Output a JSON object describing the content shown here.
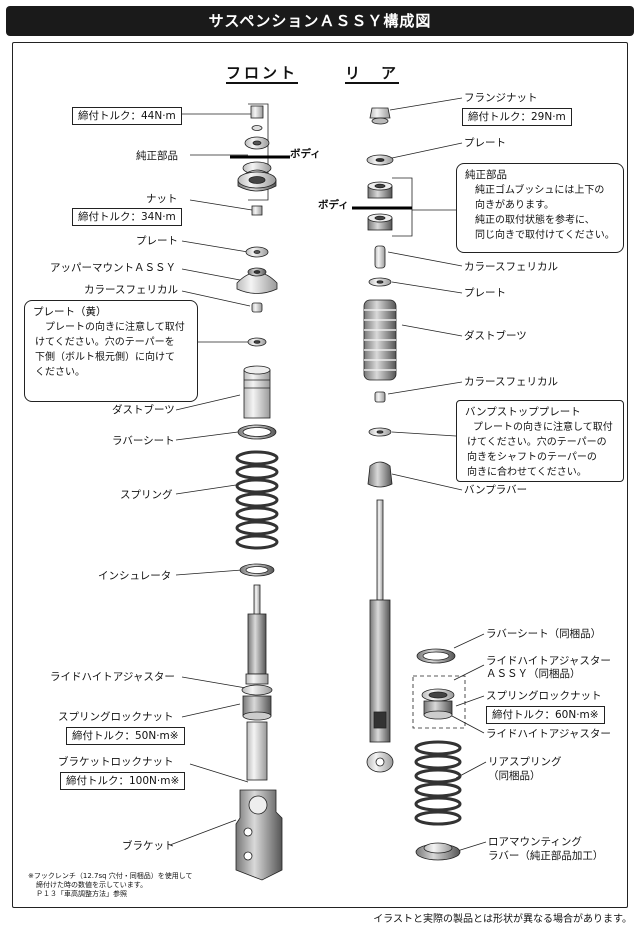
{
  "title": "サスペンションＡＳＳＹ構成図",
  "headers": {
    "front": "フロント",
    "rear": "リ　ア"
  },
  "front": {
    "torque_upper": "締付トルク：44N·m",
    "genuine_parts": "純正部品",
    "body": "ボディ",
    "nut": "ナット",
    "torque_nut": "締付トルク：34N·m",
    "plate": "プレート",
    "upper_mount": "アッパーマウントＡＳＳＹ",
    "collar_spherical": "カラースフェリカル",
    "plate_note": {
      "title": "プレート（黄）",
      "lines": [
        "プレートの向きに注意して取付",
        "けてください。穴のテーパーを",
        "下側（ボルト根元側）に向けて",
        "ください。"
      ]
    },
    "dust_boot": "ダストブーツ",
    "rubber_seat": "ラバーシート",
    "spring": "スプリング",
    "insulator": "インシュレータ",
    "ride_height_adjuster": "ライドハイトアジャスター",
    "spring_lock_nut": "スプリングロックナット",
    "torque_spring_lock": "締付トルク：50N·m※",
    "bracket_lock_nut": "ブラケットロックナット",
    "torque_bracket_lock": "締付トルク：100N·m※",
    "bracket": "ブラケット"
  },
  "rear": {
    "flange_nut": "フランジナット",
    "torque_flange": "締付トルク：29N·m",
    "plate": "プレート",
    "genuine_note": {
      "title": "純正部品",
      "lines": [
        "純正ゴムブッシュには上下の",
        "向きがあります。",
        "純正の取付状態を参考に、",
        "同じ向きで取付けてください。"
      ]
    },
    "body": "ボディ",
    "collar_spherical": "カラースフェリカル",
    "plate2": "プレート",
    "dust_boot": "ダストブーツ",
    "collar_spherical2": "カラースフェリカル",
    "bump_stop_note": {
      "title": "バンプストッププレート",
      "lines": [
        "プレートの向きに注意して取付",
        "けてください。穴のテーパーの",
        "向きをシャフトのテーパーの",
        "向きに合わせてください。"
      ]
    },
    "bump_rubber": "バンプラバー",
    "rubber_seat": "ラバーシート（同梱品）",
    "ride_height_assy_1": "ライドハイトアジャスター",
    "ride_height_assy_2": "ＡＳＳＹ（同梱品）",
    "spring_lock_nut": "スプリングロックナット",
    "torque_spring_lock": "締付トルク：60N·m※",
    "ride_height_adjuster": "ライドハイトアジャスター",
    "rear_spring_1": "リアスプリング",
    "rear_spring_2": "（同梱品）",
    "lower_mount_1": "ロアマウンティング",
    "lower_mount_2": "ラバー（純正部品加工）"
  },
  "footnote": [
    "※フックレンチ（12.7sq 穴付・同梱品）を使用して",
    "締付けた時の数値を示しています。",
    "Ｐ１３「車高調整方法」参照"
  ],
  "disclaimer": "イラストと実際の製品とは形状が異なる場合があります。"
}
